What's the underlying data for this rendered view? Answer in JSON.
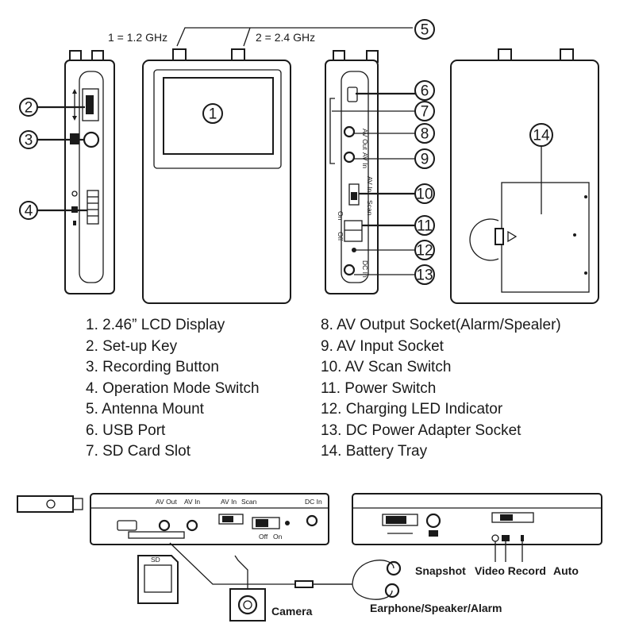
{
  "antenna": {
    "label_1": "1 = 1.2 GHz",
    "label_2": "2 = 2.4 GHz"
  },
  "callouts": [
    "1",
    "2",
    "3",
    "4",
    "5",
    "6",
    "7",
    "8",
    "9",
    "10",
    "11",
    "12",
    "13",
    "14"
  ],
  "side_labels": {
    "av_out": "AV Out",
    "av_in": "AV In",
    "av_in_switch": "AV In",
    "scan": "Scan",
    "on": "On",
    "off": "Off",
    "dc_in": "DC In"
  },
  "legend_left": [
    "1. 2.46” LCD Display",
    "2. Set-up Key",
    "3. Recording Button",
    "4. Operation Mode Switch",
    "5. Antenna Mount",
    "6. USB Port",
    "7. SD Card Slot"
  ],
  "legend_right": [
    "8. AV Output Socket(Alarm/Spealer)",
    "9. AV Input Socket",
    "10. AV Scan Switch",
    "11. Power Switch",
    "12. Charging LED Indicator",
    "13. DC Power Adapter Socket",
    "14. Battery Tray"
  ],
  "bottom": {
    "av_out": "AV Out",
    "av_in": "AV In",
    "av_in_switch": "AV In",
    "scan": "Scan",
    "dc_in": "DC In",
    "off": "Off",
    "on": "On",
    "sd_card_text": "SD",
    "snapshot": "Snapshot",
    "video_record": "Video Record",
    "auto": "Auto",
    "camera": "Camera",
    "earphone": "Earphone/Speaker/Alarm"
  }
}
